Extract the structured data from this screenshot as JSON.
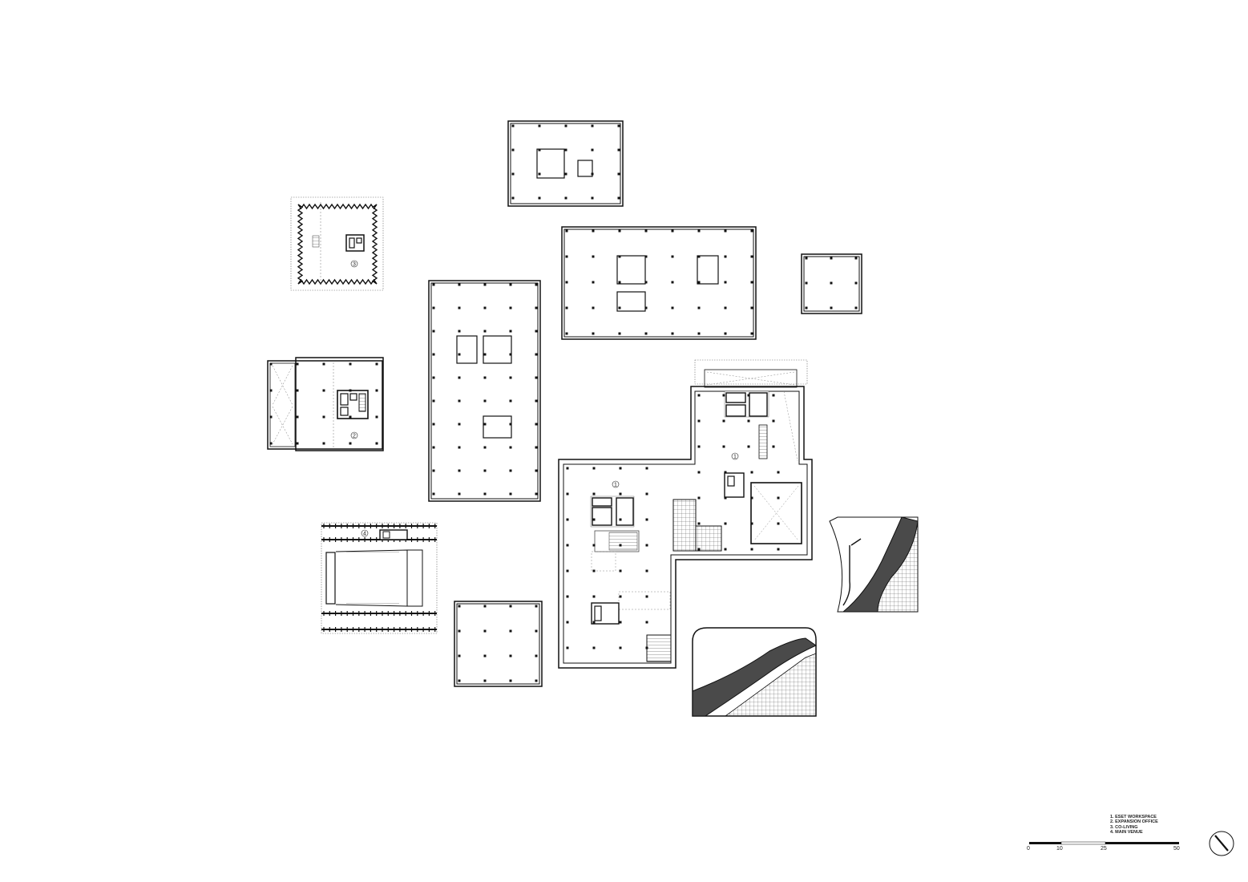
{
  "legend": {
    "items": [
      "1. ESET WORKSPACE",
      "2. EXPANSION OFFICE",
      "3. CO-LIVING",
      "4. MAIN VENUE"
    ]
  },
  "scale_bar": {
    "ticks": [
      "0",
      "10",
      "25",
      "50"
    ]
  },
  "building_tags": {
    "coliving": "3",
    "expansion": "2",
    "workspace_upper": "1",
    "workspace_lower": "1",
    "venue": "4"
  },
  "north_arrow": {
    "icon": "north-arrow-icon"
  }
}
